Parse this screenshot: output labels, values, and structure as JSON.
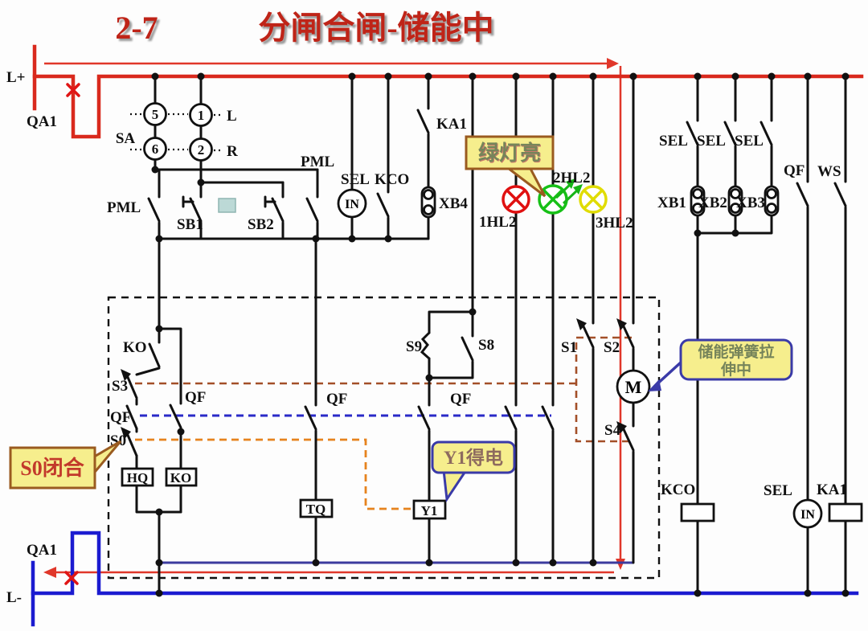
{
  "title": {
    "number": "2-7",
    "text": "分闸合闸-储能中"
  },
  "terminals": {
    "l_plus": "L+",
    "l_minus": "L-",
    "qa1": "QA1"
  },
  "selector": {
    "name": "SA",
    "c5": "5",
    "c1": "1",
    "c6": "6",
    "c2": "2",
    "left": "L",
    "right": "R"
  },
  "labels": {
    "pml": "PML",
    "sb1": "SB1",
    "sb2": "SB2",
    "sel": "SEL",
    "kco": "KCO",
    "ka1": "KA1",
    "xb1": "XB1",
    "xb2": "XB2",
    "xb3": "XB3",
    "xb4": "XB4",
    "qf": "QF",
    "ws": "WS",
    "ko": "KO",
    "s3": "S3",
    "s0": "S0",
    "s9": "S9",
    "s8": "S8",
    "s1": "S1",
    "s2": "S2",
    "s4": "S4",
    "hq": "HQ",
    "tq": "TQ",
    "y1": "Y1",
    "m": "M",
    "in": "IN",
    "hl1": "1HL2",
    "hl2": "2HL2",
    "hl3": "3HL2"
  },
  "callouts": {
    "green_lamp": "绿灯亮",
    "spring_line1": "储能弹簧拉",
    "spring_line2": "伸中",
    "y1_energized": "Y1得电",
    "s0_closed": "S0闭合"
  },
  "colors": {
    "positive_path_red": "#d9291d",
    "negative_bus_blue": "#1b1bd0",
    "mid_return_blue": "#3c3c9e",
    "lamp_red": "#e01010",
    "lamp_green": "#16c016",
    "lamp_yellow": "#e0dc00",
    "callout_fill": "#f6ee8d",
    "callout_border_brown": "#9a5b20",
    "callout_border_blue": "#3a3aa8",
    "linkage_brown": "#a34f28",
    "linkage_blue": "#2a2ac8",
    "linkage_orange": "#e6831e"
  }
}
